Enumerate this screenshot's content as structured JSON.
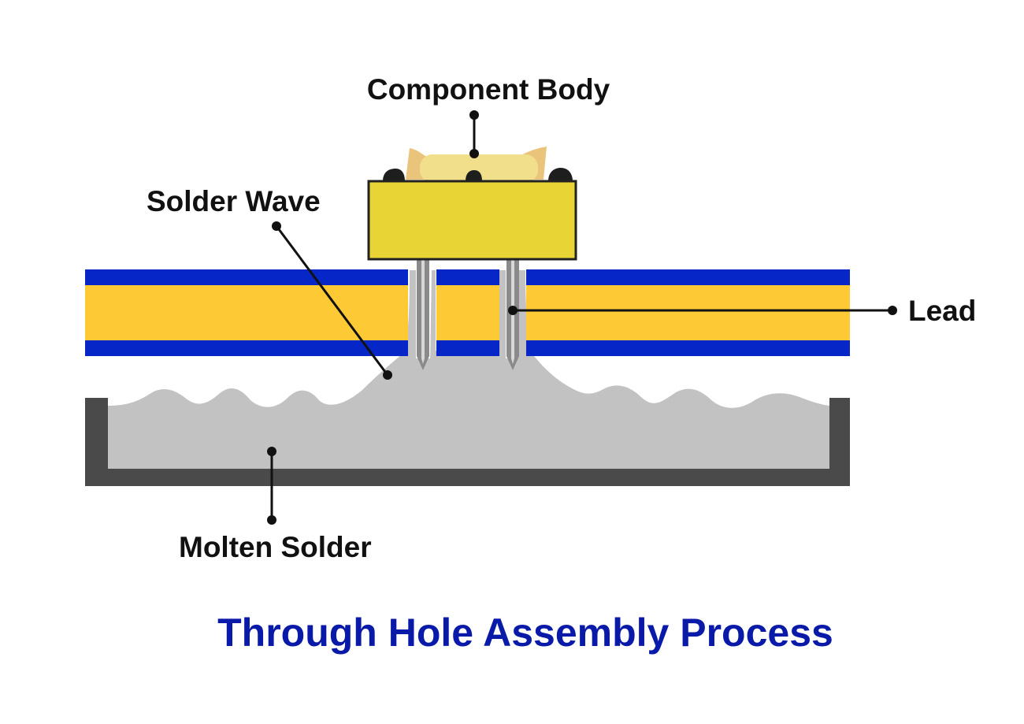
{
  "title": "Through Hole Assembly Process",
  "labels": {
    "component_body": "Component Body",
    "solder_wave": "Solder Wave",
    "lead": "Lead",
    "molten_solder": "Molten Solder"
  },
  "colors": {
    "title": "#0a1aa8",
    "pcb_copper": "#0726c8",
    "pcb_core": "#fdca35",
    "component_body": "#e8d535",
    "solder": "#c2c2c2",
    "tank": "#4a4a4a",
    "lead": "#8a8a8a"
  }
}
